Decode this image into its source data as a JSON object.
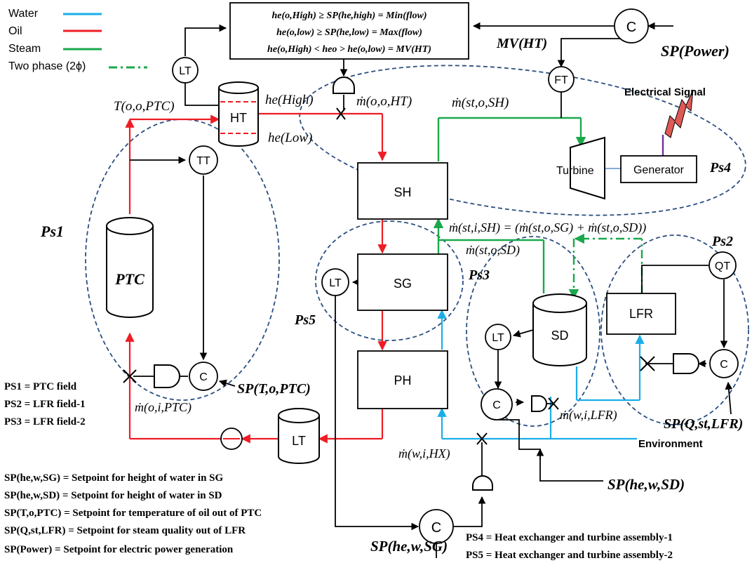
{
  "legend": {
    "water": "Water",
    "oil": "Oil",
    "steam": "Steam",
    "two_phase": "Two phase (2ϕ)"
  },
  "colors": {
    "water": "#1aaee8",
    "oil": "#ee1c24",
    "steam": "#1aa84b",
    "boundary": "#2b4f80",
    "signal": "#e05a55"
  },
  "logic_box": {
    "line1": "he(o,High) ≥ SP(he,high) = Min(flow)",
    "line2": "he(o,low) ≥ SP(he,low) = Max(flow)",
    "line3": "he(o,High) < heo > he(o,low) = MV(HT)"
  },
  "components": {
    "ht": "HT",
    "sh": "SH",
    "sg": "SG",
    "ph": "PH",
    "sd": "SD",
    "lfr": "LFR",
    "ptc": "PTC",
    "turbine": "Turbine",
    "generator": "Generator",
    "oil_tank": "LT",
    "electrical_signal": "Electrical Signal",
    "environment": "Environment"
  },
  "instruments": {
    "lt_ht": "LT",
    "tt": "TT",
    "c_ptc": "C",
    "c_power": "C",
    "ft": "FT",
    "lt_sg": "LT",
    "lt_sd": "LT",
    "c_sd": "C",
    "qt": "QT",
    "c_lfr": "C",
    "c_sg": "C"
  },
  "labels": {
    "t_o_o_ptc": "T(o,o,PTC)",
    "he_high": "he(High)",
    "he_low": "he(Low)",
    "m_o_o_ht": "ṁ(o,o,HT)",
    "m_st_o_sh": "ṁ(st,o,SH)",
    "mv_ht": "MV(HT)",
    "sp_power": "SP(Power)",
    "m_st_i_sh": "ṁ(st,i,SH) = (ṁ(st,o,SG) + ṁ(st,o,SD))",
    "m_st_o_sd": "ṁ(st,o,SD)",
    "m_w_i_lfr": "ṁ(w,i,LFR)",
    "m_w_i_hx": "ṁ(w,i,HX)",
    "m_o_i_ptc": "ṁ(o,i,PTC)",
    "sp_t_o_ptc": "SP(T,o,PTC)",
    "sp_q_st_lfr": "SP(Q,st,LFR)",
    "sp_he_w_sd": "SP(he,w,SD)",
    "sp_he_w_sg": "SP(he,w,SG)",
    "ps1": "Ps1",
    "ps2": "Ps2",
    "ps3": "Ps3",
    "ps4": "Ps4",
    "ps5": "Ps5"
  },
  "definitions": {
    "ps1": "PS1 = PTC field",
    "ps2": "PS2 = LFR field-1",
    "ps3": "PS3 = LFR field-2",
    "sp1": "SP(he,w,SG) = Setpoint for height of water in SG",
    "sp2": "SP(he,w,SD) = Setpoint for height of water in SD",
    "sp3": "SP(T,o,PTC) = Setpoint for temperature of oil out of PTC",
    "sp4": "SP(Q,st,LFR) = Setpoint for steam quality out of LFR",
    "sp5": "SP(Power) = Setpoint for electric power generation",
    "ps4": "PS4 = Heat exchanger and turbine assembly-1",
    "ps5": "PS5 = Heat exchanger and turbine assembly-2"
  }
}
